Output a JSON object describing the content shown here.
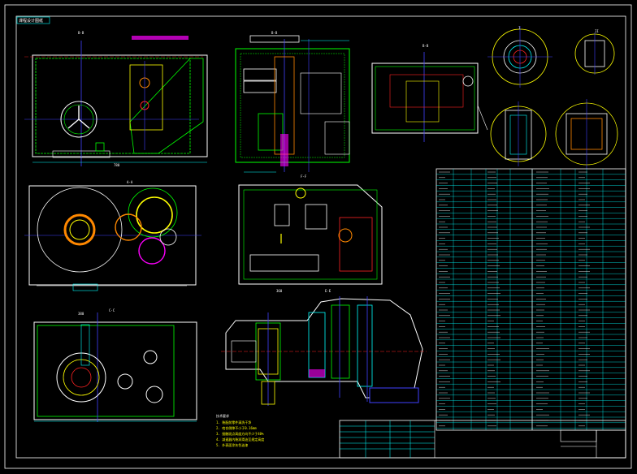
{
  "drawing": {
    "corner_tag": "课程设计图纸",
    "view_labels": {
      "top_left": "B-B",
      "mid_top": "B-B",
      "right_top": "B-B",
      "detail_a": "I",
      "detail_b": "II",
      "section_aa": "A-A",
      "section_cc": "C-C",
      "mid_plan": "F-F",
      "lower_mid": "E-E"
    },
    "dim_labels": {
      "width_top": "780",
      "width_mid": "360",
      "width_lower": "380"
    },
    "tech_req_title": "技术要求",
    "tech_req_lines": [
      "1. 装配前零件清洗干净",
      "2. 啮合侧隙不小于0.16mm",
      "3. 接触斑点高度方向不少于40%",
      "4. 减速器内装润滑油至规定高度",
      "5. 外表面涂灰色油漆"
    ]
  },
  "colors": {
    "background": "#000000",
    "frame": "#ffffff",
    "outline": "#00ff00",
    "centerline": "#ff2020",
    "detail": "#ffff00",
    "dim": "#00ffff",
    "axis": "#4040ff",
    "part": "#ff00ff",
    "table": "#00ffff",
    "orange": "#ff8000"
  }
}
